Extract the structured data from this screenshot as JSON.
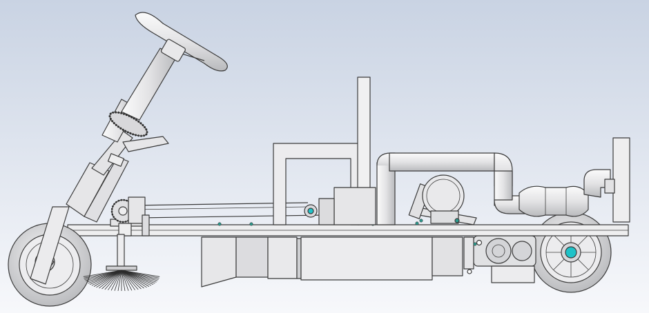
{
  "viewport": {
    "background_top": "#c9d3e3",
    "background_bottom": "#f7f8fb"
  },
  "colors": {
    "metal": "#e4e4e6",
    "metal_light": "#f4f4f5",
    "metal_dark": "#c6c7ca",
    "outline": "#3a3a3a",
    "hub_accent": "#1fc2c8",
    "bolt_accent": "#2a9a8e",
    "brush_bristle": "#2b2b2b"
  },
  "components": [
    "steering-wheel",
    "steering-column",
    "steering-gear",
    "front-fork",
    "front-wheel",
    "side-brush",
    "brush-motor",
    "main-frame",
    "seat-frame",
    "seat-back",
    "hopper-box",
    "fan-motor",
    "exhaust-pipe",
    "muffler",
    "rear-wheel",
    "rear-gearbox",
    "rear-post"
  ]
}
